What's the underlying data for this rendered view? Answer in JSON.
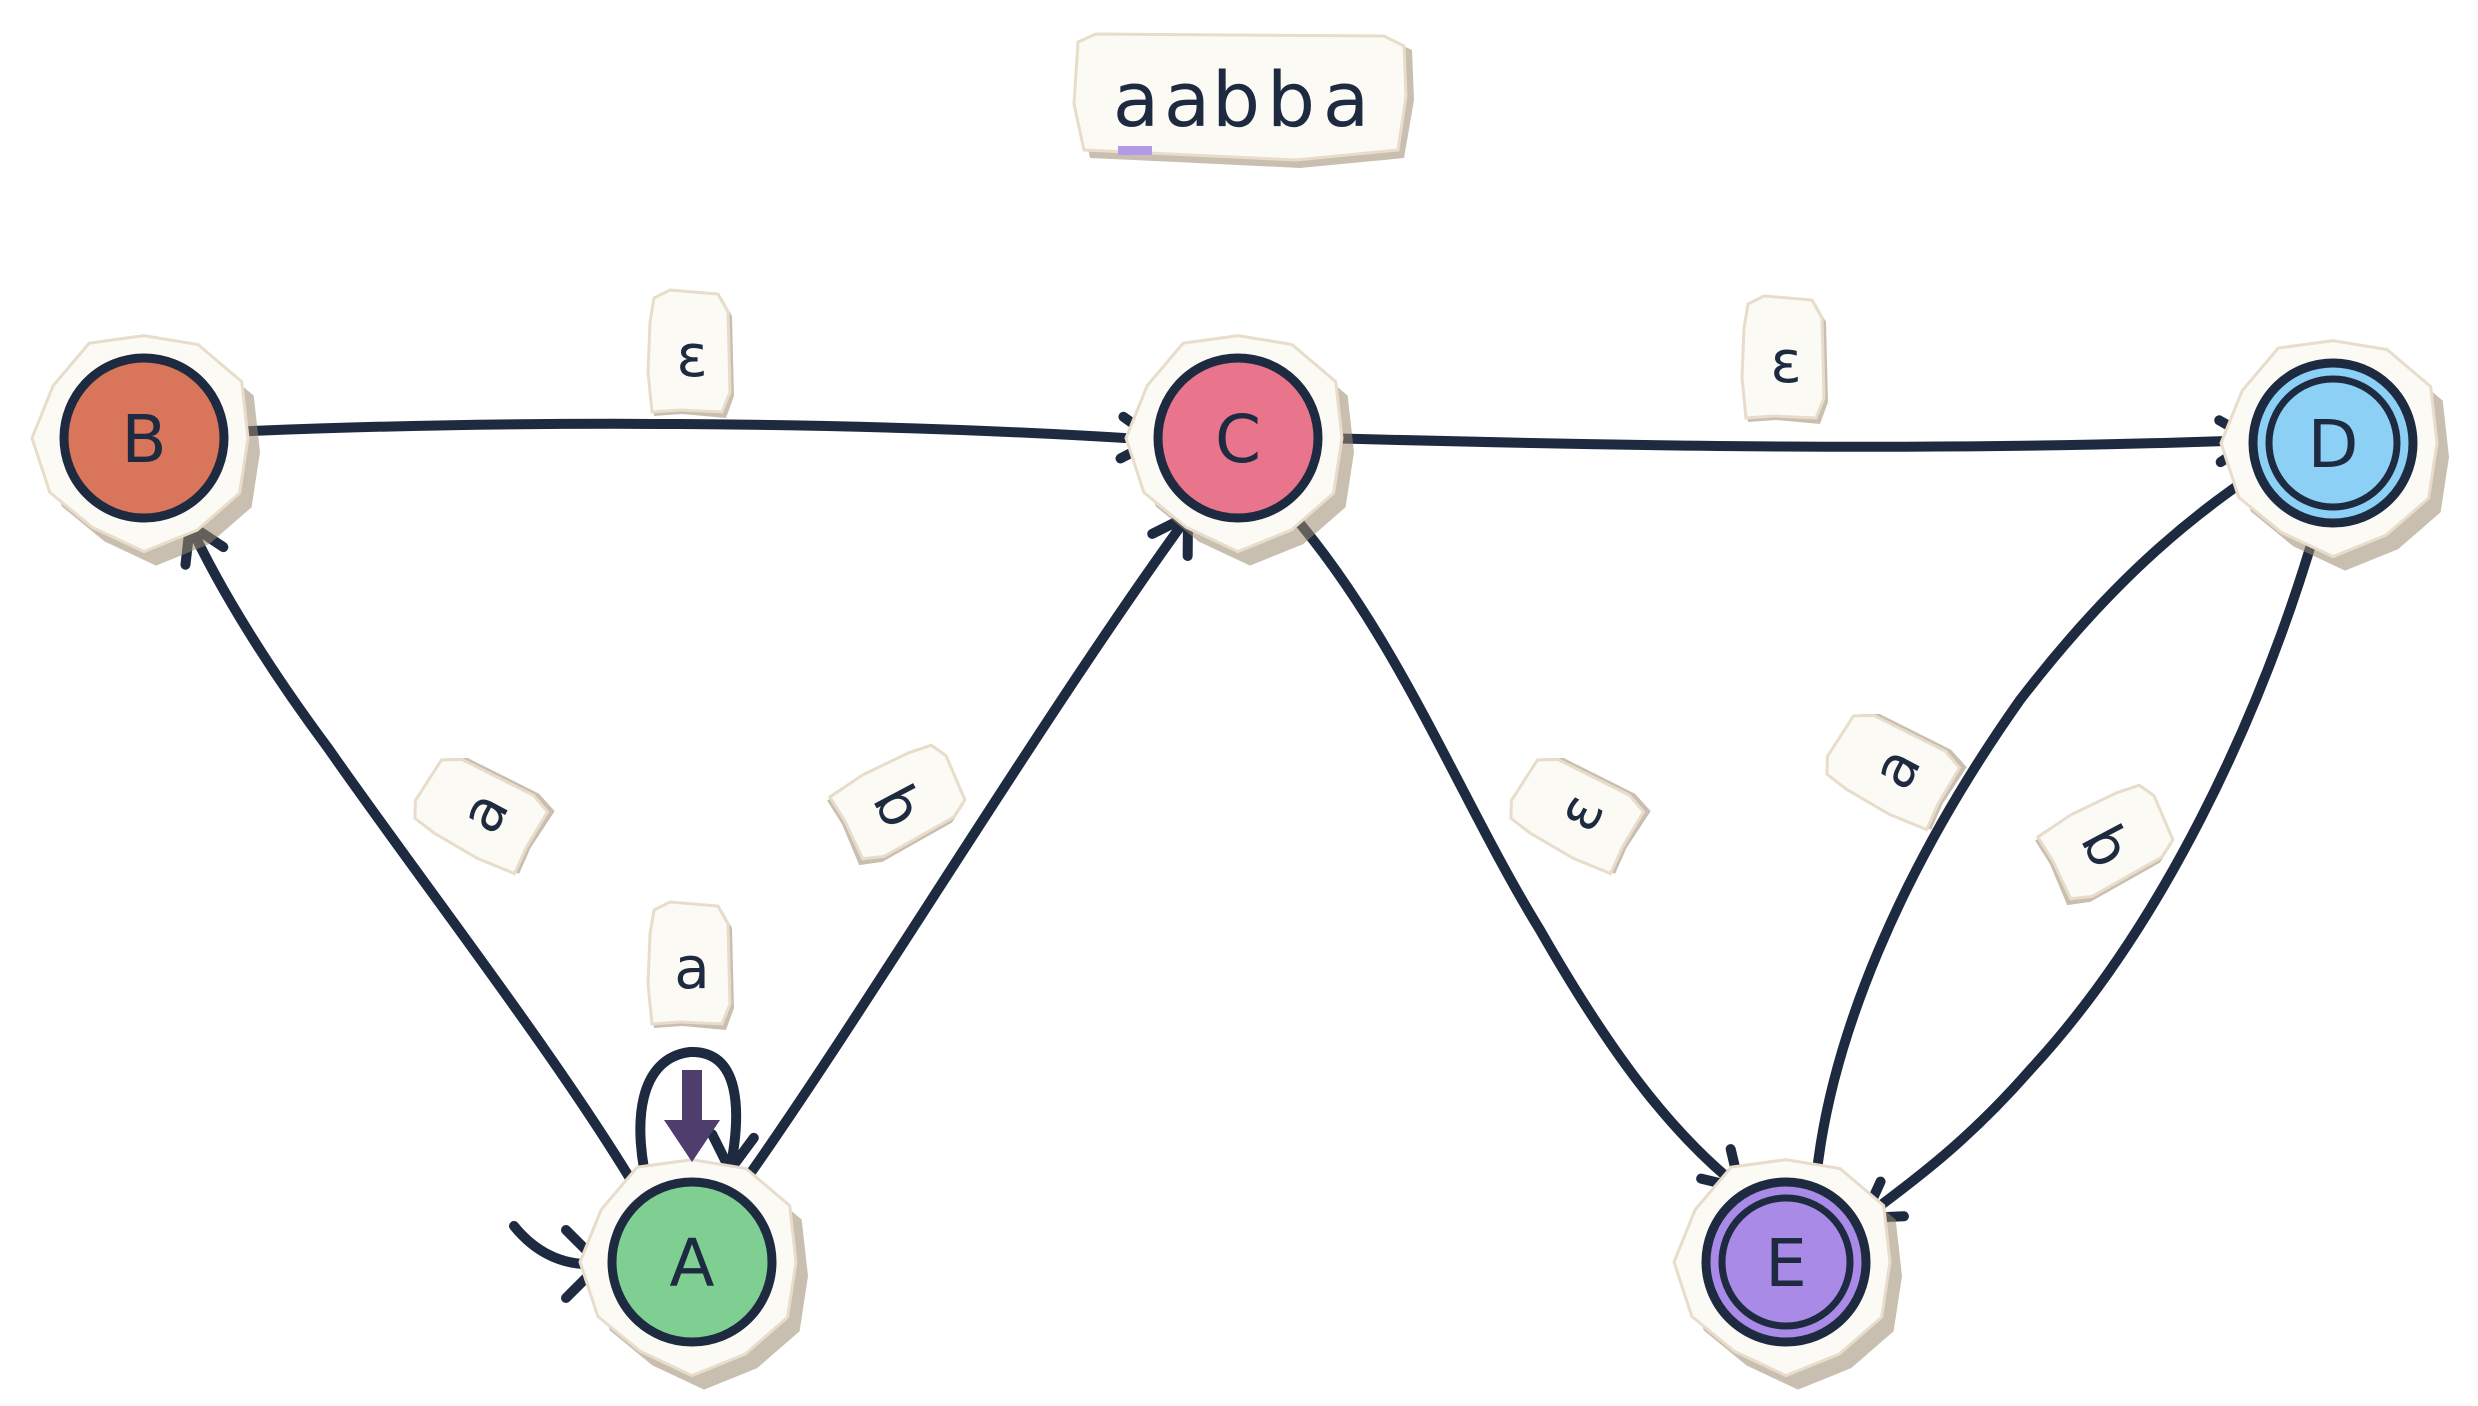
{
  "input_tape": {
    "symbols": [
      "a",
      "a",
      "b",
      "b",
      "a"
    ],
    "current_index": 0,
    "cursor_color": "#b39ae6"
  },
  "states": [
    {
      "id": "A",
      "label": "A",
      "color": "#7fcf93",
      "start": true,
      "accepting": false,
      "active": true
    },
    {
      "id": "B",
      "label": "B",
      "color": "#d9755b",
      "start": false,
      "accepting": false,
      "active": false
    },
    {
      "id": "C",
      "label": "C",
      "color": "#e8758c",
      "start": false,
      "accepting": false,
      "active": false
    },
    {
      "id": "D",
      "label": "D",
      "color": "#8dd0f5",
      "start": false,
      "accepting": true,
      "active": false
    },
    {
      "id": "E",
      "label": "E",
      "color": "#a98ae6",
      "start": false,
      "accepting": true,
      "active": false
    }
  ],
  "transitions": [
    {
      "from": "A",
      "to": "A",
      "label": "a"
    },
    {
      "from": "A",
      "to": "B",
      "label": "a"
    },
    {
      "from": "A",
      "to": "C",
      "label": "b"
    },
    {
      "from": "B",
      "to": "C",
      "label": "ε"
    },
    {
      "from": "C",
      "to": "D",
      "label": "ε"
    },
    {
      "from": "C",
      "to": "E",
      "label": "ε"
    },
    {
      "from": "E",
      "to": "D",
      "label": "a"
    },
    {
      "from": "D",
      "to": "E",
      "label": "b"
    }
  ],
  "colors": {
    "ink": "#1d2a40",
    "active_marker": "#4f3d6e",
    "paper": "#fbfaf5"
  }
}
